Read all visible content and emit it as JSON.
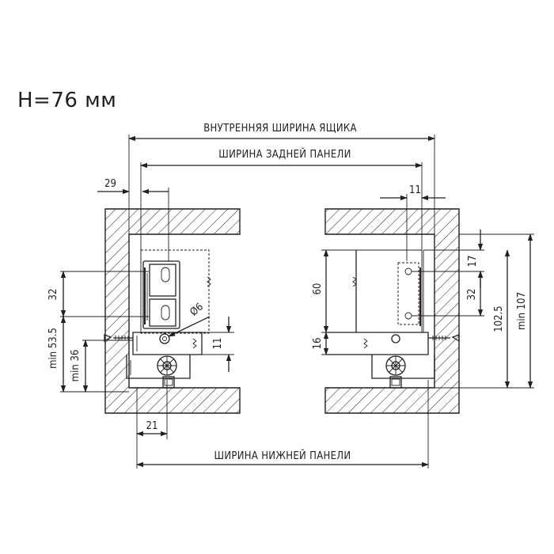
{
  "title": "H=76 мм",
  "labels": {
    "inner_width": "ВНУТРЕННЯЯ ШИРИНА ЯЩИКА",
    "back_width": "ШИРИНА ЗАДНЕЙ ПАНЕЛИ",
    "bottom_width": "ШИРИНА НИЖНЕЙ ПАНЕЛИ"
  },
  "dims": {
    "d29": "29",
    "d11_top": "11",
    "d32_left": "32",
    "d53": "min 53.5",
    "d36": "min 36",
    "phi6": "Ø6",
    "d11_mid": "11",
    "d21": "21",
    "d60": "60",
    "d16": "16",
    "d17": "17",
    "d32_right": "32",
    "d1025": "102.5",
    "d107": "min 107"
  }
}
